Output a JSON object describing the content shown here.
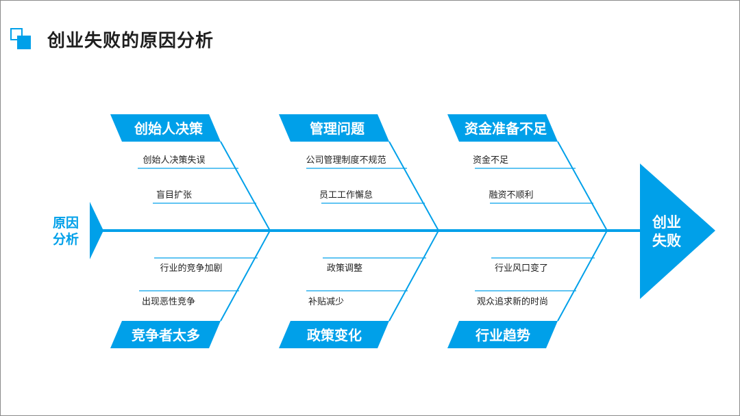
{
  "title": "创业失败的原因分析",
  "colors": {
    "accent": "#00a0e9",
    "text": "#1f1f1f",
    "white": "#ffffff"
  },
  "tail_label": [
    "原因",
    "分析"
  ],
  "head_label": [
    "创业",
    "失败"
  ],
  "top_categories": [
    {
      "label": "创始人决策",
      "causes": [
        "创始人决策失误",
        "盲目扩张"
      ]
    },
    {
      "label": "管理问题",
      "causes": [
        "公司管理制度不规范",
        "员工工作懈怠"
      ]
    },
    {
      "label": "资金准备不足",
      "causes": [
        "资金不足",
        "融资不顺利"
      ]
    }
  ],
  "bottom_categories": [
    {
      "label": "竞争者太多",
      "causes": [
        "行业的竞争加剧",
        "出现恶性竞争"
      ]
    },
    {
      "label": "政策变化",
      "causes": [
        "政策调整",
        "补贴减少"
      ]
    },
    {
      "label": "行业趋势",
      "causes": [
        "行业风口变了",
        "观众追求新的时尚"
      ]
    }
  ]
}
